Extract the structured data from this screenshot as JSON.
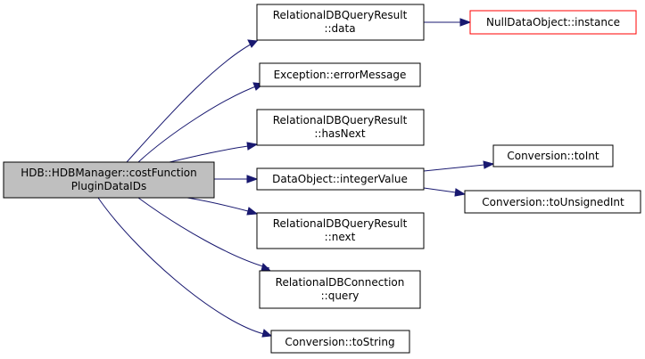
{
  "colors": {
    "edge": "#191970",
    "node_border": "#000000",
    "node_fill": "#ffffff",
    "root_fill": "#bfbfbf",
    "external_border": "#ff0000"
  },
  "nodes": {
    "root": {
      "lines": [
        "HDB::HDBManager::costFunction",
        "PluginDataIDs"
      ]
    },
    "rdbqr_data": {
      "lines": [
        "RelationalDBQueryResult",
        "::data"
      ]
    },
    "null_instance": {
      "lines": [
        "NullDataObject::instance"
      ]
    },
    "exception_error": {
      "lines": [
        "Exception::errorMessage"
      ]
    },
    "rdbqr_hasnext": {
      "lines": [
        "RelationalDBQueryResult",
        "::hasNext"
      ]
    },
    "dataobject_int": {
      "lines": [
        "DataObject::integerValue"
      ]
    },
    "conversion_toint": {
      "lines": [
        "Conversion::toInt"
      ]
    },
    "conversion_tounsigned": {
      "lines": [
        "Conversion::toUnsignedInt"
      ]
    },
    "rdbqr_next": {
      "lines": [
        "RelationalDBQueryResult",
        "::next"
      ]
    },
    "rdbconn_query": {
      "lines": [
        "RelationalDBConnection",
        "::query"
      ]
    },
    "conversion_tostring": {
      "lines": [
        "Conversion::toString"
      ]
    }
  }
}
